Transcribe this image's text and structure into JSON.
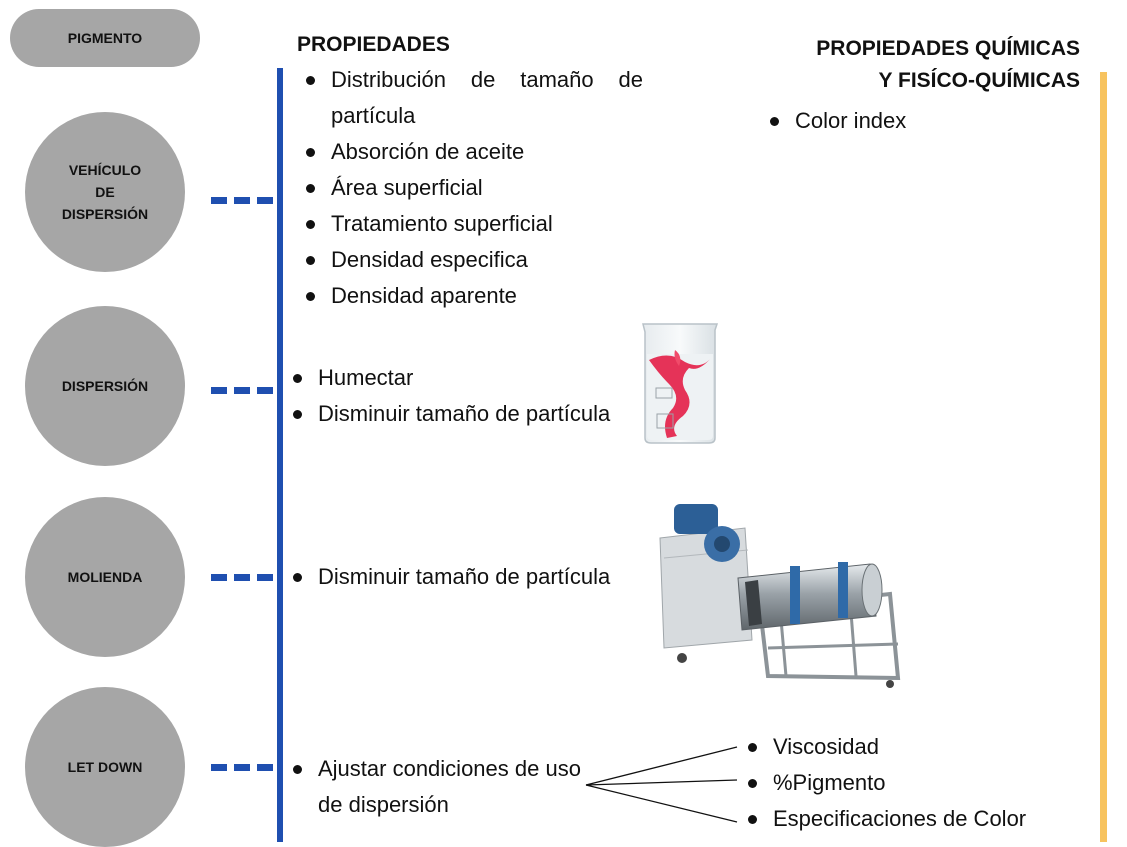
{
  "stages": {
    "pigment": "PIGMENTO",
    "vehicle": "VEHÍCULO\nDE\nDISPERSIÓN",
    "dispersion": "DISPERSIÓN",
    "milling": "MOLIENDA",
    "letdown": "LET DOWN"
  },
  "properties": {
    "title": "PROPIEDADES",
    "items": [
      "Distribución de tamaño de partícula",
      "Absorción de aceite",
      "Área superficial",
      "Tratamiento superficial",
      "Densidad especifica",
      "Densidad aparente"
    ]
  },
  "chemical": {
    "title_line1": "PROPIEDADES QUÍMICAS",
    "title_line2": "Y FISÍCO-QUÍMICAS",
    "items": [
      "Color index"
    ]
  },
  "dispersion_items": [
    "Humectar",
    "Disminuir tamaño de partícula"
  ],
  "milling_items": [
    "Disminuir tamaño de partícula"
  ],
  "letdown_items": [
    "Ajustar condiciones de uso de dispersión"
  ],
  "letdown_sub_items": [
    "Viscosidad",
    "%Pigmento",
    "Especificaciones de Color"
  ],
  "colors": {
    "blue_line": "#1f4fb0",
    "orange_line": "#f7c35f",
    "stage_grey": "#a6a6a6"
  }
}
